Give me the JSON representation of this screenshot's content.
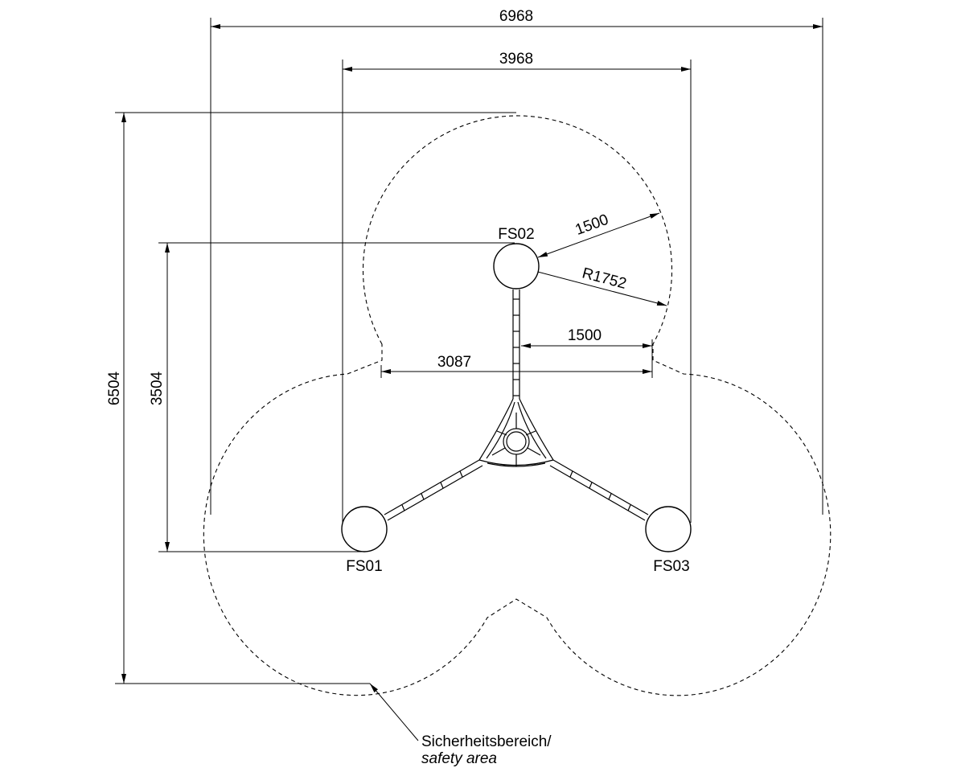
{
  "dimensions": {
    "overall_width": "6968",
    "inner_width": "3968",
    "overall_height": "6504",
    "inner_height": "3504",
    "radius_offset": "1500",
    "radius": "R1752",
    "mid_offset": "1500",
    "mid_width": "3087"
  },
  "posts": {
    "fs01": "FS01",
    "fs02": "FS02",
    "fs03": "FS03"
  },
  "safety_note": {
    "line1": "Sicherheitsbereich/",
    "line2": "safety area"
  }
}
